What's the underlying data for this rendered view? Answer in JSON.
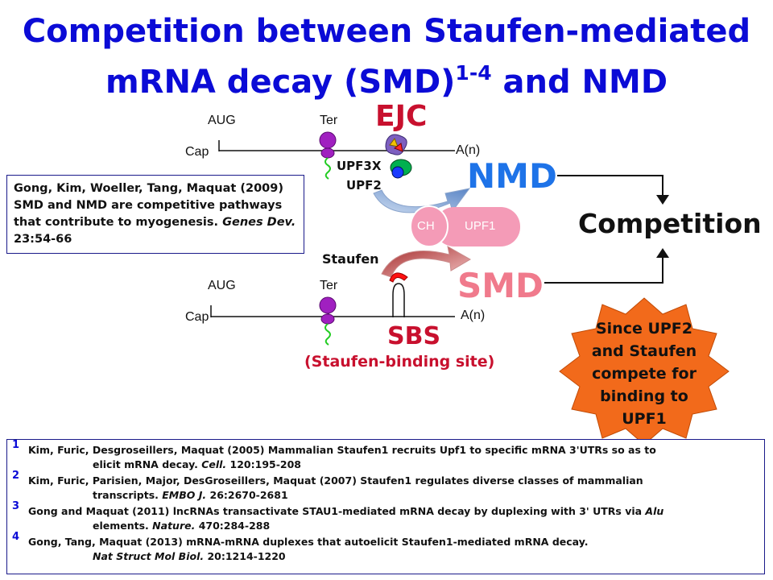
{
  "title": {
    "line1": "Competition between Staufen-mediated",
    "line2_pre": "mRNA decay (SMD)",
    "line2_sup": "1-4",
    "line2_post": " and NMD"
  },
  "top_mrna": {
    "aug": "AUG",
    "ter": "Ter",
    "cap": "Cap",
    "poly_a": "A(n)",
    "ejc": "EJC",
    "upf3x": "UPF3X",
    "upf2": "UPF2"
  },
  "bottom_mrna": {
    "aug": "AUG",
    "ter": "Ter",
    "cap": "Cap",
    "poly_a": "A(n)",
    "staufen": "Staufen",
    "sbs": "SBS",
    "sbs_full": "(Staufen-binding site)"
  },
  "upf1_complex": {
    "ch": "CH",
    "upf1": "UPF1"
  },
  "pathways": {
    "nmd": "NMD",
    "smd": "SMD",
    "competition": "Competition"
  },
  "starburst": {
    "lines": [
      "Since UPF2",
      "and Staufen",
      "compete for",
      "binding to",
      "UPF1"
    ]
  },
  "citation_box": {
    "text": "Gong, Kim, Woeller, Tang, Maquat (2009) SMD and NMD are competitive pathways that contribute to myogenesis. ",
    "journal": "Genes Dev.",
    "ref": " 23:54-66"
  },
  "references": [
    {
      "num": "1",
      "line1": "Kim, Furic, Desgroseillers, Maquat (2005) Mammalian Staufen1 recruits Upf1 to specific mRNA 3'UTRs so as to",
      "line2_pre": "elicit mRNA decay. ",
      "journal": "Cell.",
      "line2_post": " 120:195-208"
    },
    {
      "num": "2",
      "line1": "Kim, Furic, Parisien, Major, DesGroseillers, Maquat (2007) Staufen1 regulates diverse classes of mammalian",
      "line2_pre": "transcripts. ",
      "journal": "EMBO J.",
      "line2_post": " 26:2670-2681"
    },
    {
      "num": "3",
      "line1": "Gong and Maquat (2011) lncRNAs transactivate STAU1-mediated mRNA decay by duplexing with 3' UTRs via ",
      "line1_italic": "Alu",
      "line2_pre": "elements. ",
      "journal": "Nature.",
      "line2_post": " 470:284-288"
    },
    {
      "num": "4",
      "line1": "Gong, Tang, Maquat (2013) mRNA-mRNA duplexes that autoelicit Staufen1-mediated mRNA decay.",
      "line2_pre": "",
      "journal": "Nat Struct Mol Biol.",
      "line2_post": " 20:1214-1220"
    }
  ],
  "colors": {
    "title_blue": "#0b0bd6",
    "ejc_red": "#c8102e",
    "nmd_blue": "#1e73e8",
    "smd_pink": "#f07a8c",
    "sbs_red": "#c8102e",
    "upf1_pink": "#f49bb7",
    "starburst_orange": "#f26a1b",
    "ribosome_purple": "#a020c0"
  }
}
